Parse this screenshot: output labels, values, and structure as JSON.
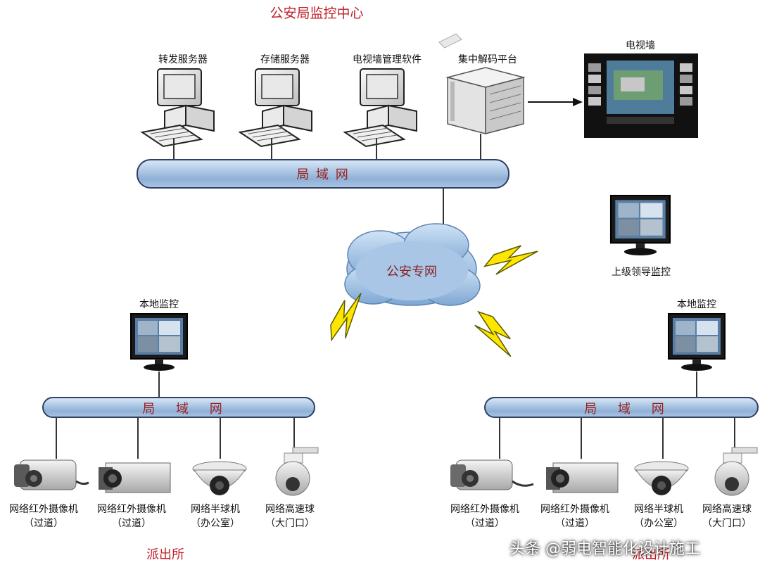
{
  "title": "公安局监控中心",
  "center": {
    "items": [
      "转发服务器",
      "存储服务器",
      "电视墙管理软件",
      "集中解码平台"
    ],
    "tv_wall": "电视墙",
    "lan": "局 域 网"
  },
  "cloud_label": "公安专网",
  "supervisor": "上级领导监控",
  "left_station": {
    "local": "本地监控",
    "lan": "局　 域　 网",
    "cameras": [
      {
        "name": "网络红外摄像机",
        "loc": "（过道）"
      },
      {
        "name": "网络红外摄像机",
        "loc": "（过道）"
      },
      {
        "name": "网络半球机",
        "loc": "（办公室）"
      },
      {
        "name": "网络高速球",
        "loc": "（大门口）"
      }
    ],
    "name": "派出所"
  },
  "right_station": {
    "local": "本地监控",
    "lan": "局　 域　 网",
    "cameras": [
      {
        "name": "网络红外摄像机",
        "loc": "（过道）"
      },
      {
        "name": "网络红外摄像机",
        "loc": "（过道）"
      },
      {
        "name": "网络半球机",
        "loc": "（办公室）"
      },
      {
        "name": "网络高速球",
        "loc": "（大门口）"
      }
    ],
    "name": "派出所"
  },
  "watermark": "头条 @弱电智能化设计施工"
}
